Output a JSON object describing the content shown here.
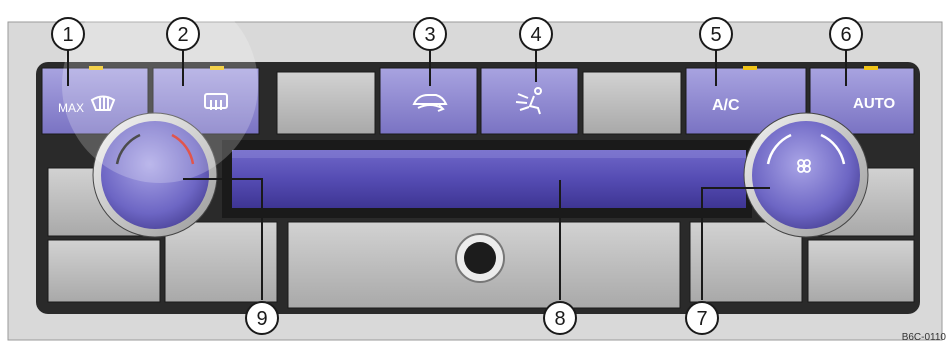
{
  "figure": {
    "code": "B6C-0110",
    "callouts": [
      "1",
      "2",
      "3",
      "4",
      "5",
      "6",
      "7",
      "8",
      "9"
    ]
  },
  "buttons": {
    "max_defrost": {
      "label": "MAX",
      "icon": "windshield-defrost-icon"
    },
    "rear_defrost": {
      "icon": "rear-window-heating-icon"
    },
    "recirculation": {
      "icon": "air-recirculation-icon"
    },
    "air_distribution": {
      "icon": "air-distribution-icon"
    },
    "ac": {
      "label": "A/C"
    },
    "auto": {
      "label": "AUTO"
    }
  },
  "knobs": {
    "temperature": {
      "icon": "temperature-arc-icon"
    },
    "fan": {
      "icon": "fan-icon"
    }
  },
  "colors": {
    "button_face": "#8c86cf",
    "panel_frame": "#2c2c2c",
    "indicator_led": "#f0c419",
    "display": "#5148b0",
    "temperature_red": "#d9261c",
    "background": "#d9d9d9"
  }
}
